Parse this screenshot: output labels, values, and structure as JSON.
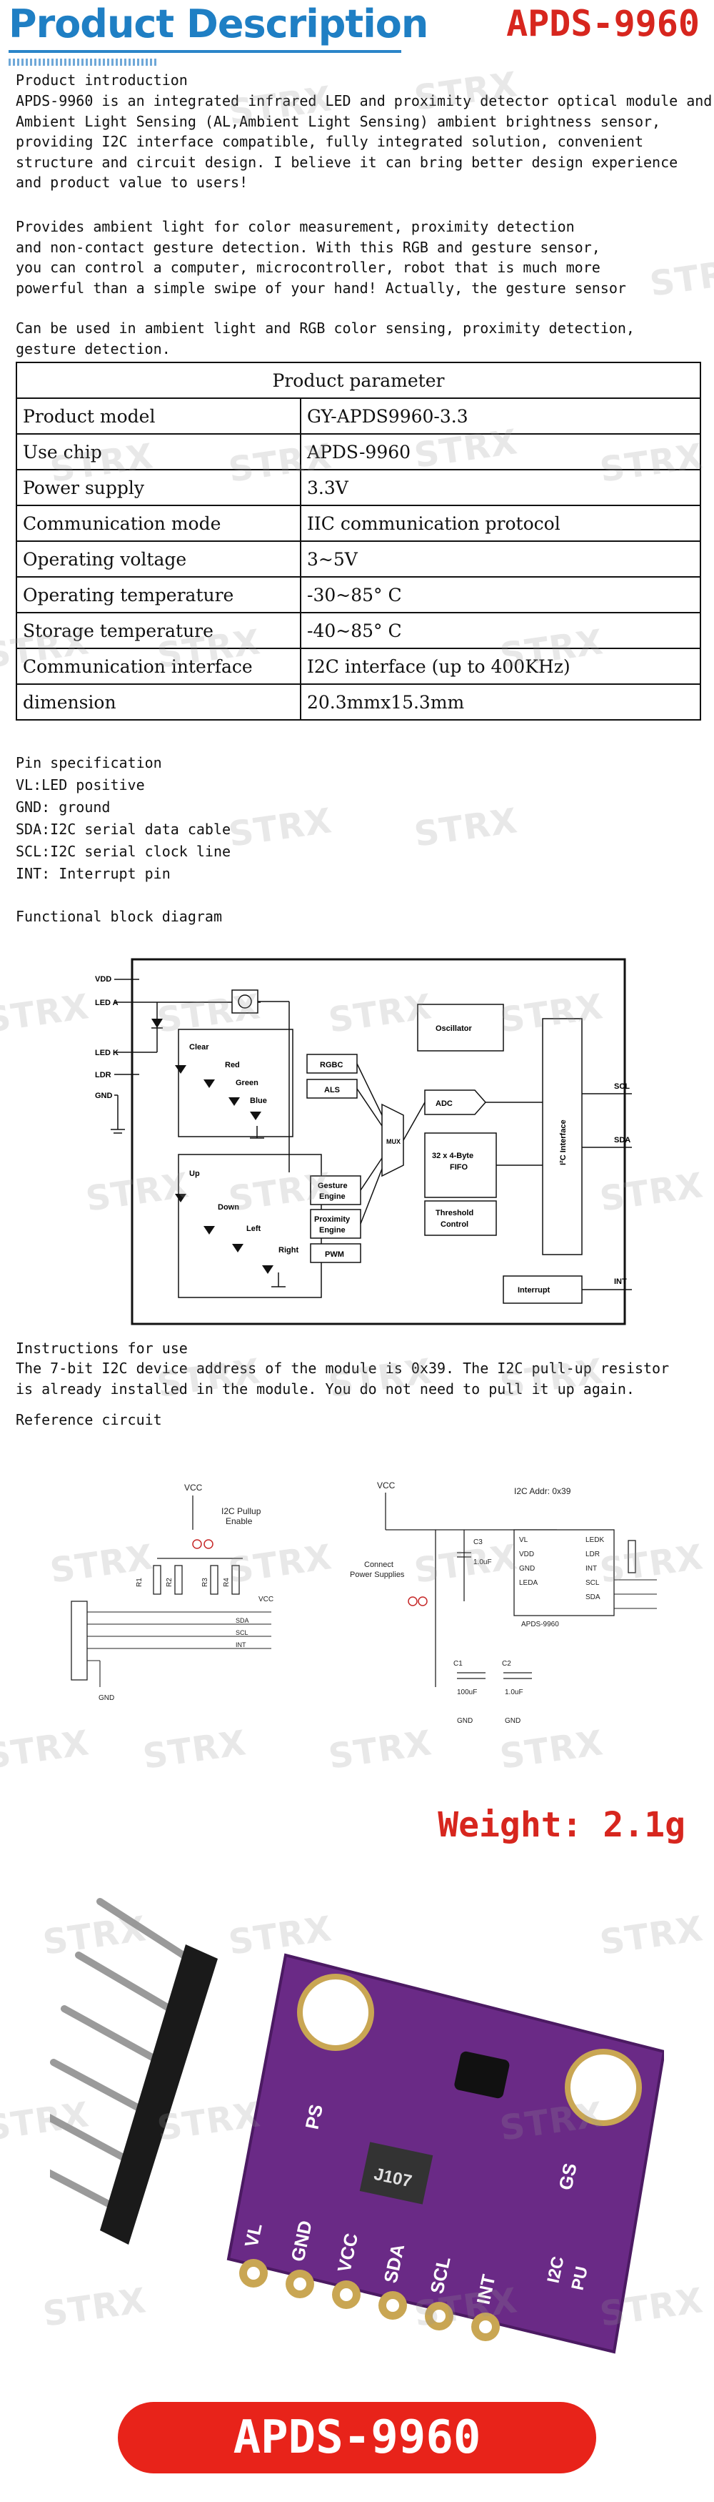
{
  "header": {
    "title": "Product Description",
    "model": "APDS-9960"
  },
  "intro": {
    "heading": "Product introduction",
    "body": "APDS-9960 is an integrated infrared LED and proximity detector optical module and\nAmbient Light Sensing (AL,Ambient Light Sensing) ambient brightness sensor,\nproviding I2C interface compatible, fully integrated solution, convenient\nstructure and circuit design. I believe it can bring better design experience\nand product value to users!",
    "para2": "Provides ambient light for color measurement, proximity detection\nand non-contact gesture detection. With this RGB and gesture sensor,\nyou can control a computer, microcontroller, robot that is much more\npowerful than a simple swipe of your hand! Actually, the gesture sensor",
    "para3": "Can be used in ambient light and RGB color sensing, proximity detection,\ngesture detection."
  },
  "params": {
    "title": "Product parameter",
    "rows": [
      {
        "label": "Product model",
        "value": "GY-APDS9960-3.3"
      },
      {
        "label": "Use chip",
        "value": "APDS-9960"
      },
      {
        "label": "Power supply",
        "value": "3.3V"
      },
      {
        "label": "Communication mode",
        "value": "IIC communication protocol"
      },
      {
        "label": "Operating voltage",
        "value": "3~5V"
      },
      {
        "label": "Operating temperature",
        "value": "-30~85° C"
      },
      {
        "label": "Storage temperature",
        "value": "-40~85° C"
      },
      {
        "label": "Communication interface",
        "value": "I2C interface (up to 400KHz)"
      },
      {
        "label": "dimension",
        "value": "20.3mmx15.3mm"
      }
    ]
  },
  "pins": {
    "heading": "Pin specification",
    "lines": [
      "VL:LED positive",
      "GND: ground",
      "SDA:I2C serial data cable",
      "SCL:I2C serial clock line",
      "INT: Interrupt pin"
    ]
  },
  "block_diagram": {
    "heading": "Functional block diagram",
    "labels": {
      "vdd": "VDD",
      "leda": "LED A",
      "ledk": "LED K",
      "ldr": "LDR",
      "gnd": "GND",
      "clear": "Clear",
      "red": "Red",
      "green": "Green",
      "blue": "Blue",
      "up": "Up",
      "down": "Down",
      "left": "Left",
      "right": "Right",
      "rgbc": "RGBC",
      "als": "ALS",
      "gesture": "Gesture",
      "engine": "Engine",
      "proximity": "Proximity",
      "engine2": "Engine",
      "pwm": "PWM",
      "mux": "MUX",
      "adc": "ADC",
      "oscillator": "Oscillator",
      "fifo1": "32 x 4-Byte",
      "fifo2": "FIFO",
      "threshold1": "Threshold",
      "threshold2": "Control",
      "interrupt": "Interrupt",
      "i2c": "I²C Interface",
      "scl": "SCL",
      "sda": "SDA",
      "int": "INT"
    }
  },
  "instructions": {
    "heading": "Instructions for use",
    "body": "The 7-bit I2C device address of the module is 0x39. The I2C pull-up resistor\nis already installed in the module. You do not need to pull it up again."
  },
  "reference": {
    "heading": "Reference circuit",
    "labels": {
      "vcc": "VCC",
      "pullup1": "I2C Pullup",
      "pullup2": "Enable",
      "gnd": "GND",
      "r1": "R1",
      "r2": "R2",
      "r3": "R3",
      "r4": "R4",
      "i2caddr": "I2C Addr: 0x39",
      "power1": "Connect",
      "power2": "Power Supplies",
      "c1": "C1",
      "c1val": "100uF",
      "c2": "C2",
      "c2val": "1.0uF",
      "c3": "C3",
      "c3val": "1.0uF",
      "chip": "APDS-9960",
      "vl": "VL",
      "vdd": "VDD",
      "gndpin": "GND",
      "leda": "LEDA",
      "ledk": "LEDK",
      "ldr": "LDR",
      "int": "INT",
      "scl": "SCL",
      "sda": "SDA",
      "sda2": "SDA",
      "scl2": "SCL",
      "int2": "INT"
    }
  },
  "weight": "Weight: 2.1g",
  "board": {
    "chip_label": "J107",
    "ps": "PS",
    "gs": "GS",
    "i2c": "I2C",
    "pu": "PU",
    "pins": [
      "VL",
      "GND",
      "VCC",
      "SDA",
      "SCL",
      "INT"
    ]
  },
  "banner": "APDS-9960",
  "watermark": "STRX",
  "colors": {
    "title_blue": "#1f7fc4",
    "accent_red": "#d7261e",
    "board_purple": "#6a2a86"
  }
}
